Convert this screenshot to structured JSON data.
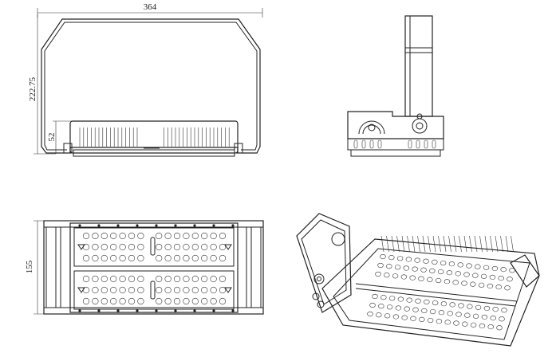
{
  "dimensions": {
    "width_top": "364",
    "height_side": "222.75",
    "height_heatsink": "52",
    "width_bottom": "155"
  },
  "views": [
    "front-view",
    "side-view",
    "bottom-view",
    "isometric-view"
  ]
}
